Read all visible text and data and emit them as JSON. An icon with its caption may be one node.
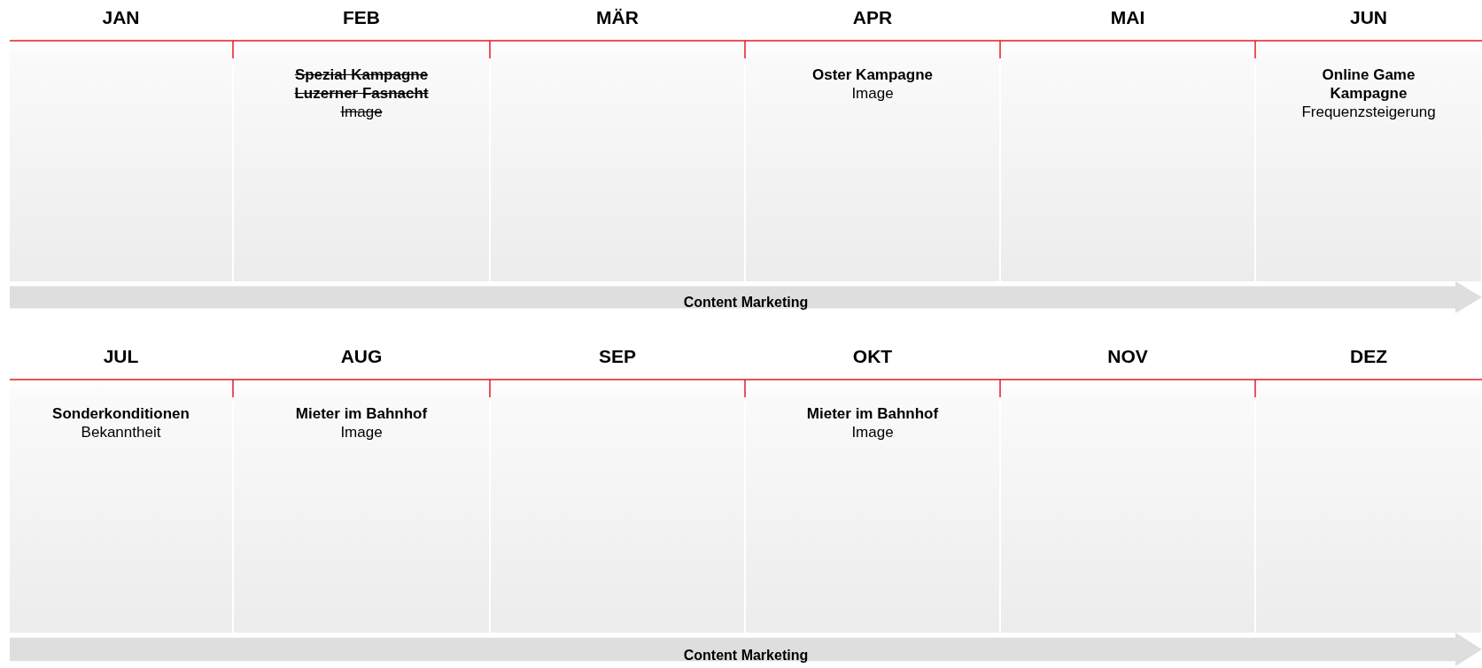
{
  "diagram": {
    "nodes": [
      {
        "text": [
          "JAN"
        ]
      },
      {
        "text": [
          "FEB",
          "Spezial Kampagne Luzerner Fasnacht",
          "Image"
        ]
      },
      {
        "text": [
          "MÄR"
        ]
      },
      {
        "text": [
          "APR",
          "Oster Kampagne",
          "Image"
        ]
      },
      {
        "text": [
          "MAI"
        ]
      },
      {
        "text": [
          "JUN",
          "Online Game Kampagne",
          "Frequenzsteigerung"
        ]
      },
      {
        "text": [
          "Content Marketing"
        ]
      },
      {
        "text": [
          "JUL",
          "Sonderkonditionen",
          "Bekanntheit"
        ]
      },
      {
        "text": [
          "AUG",
          "Mieter im Bahnhof",
          "Image"
        ]
      },
      {
        "text": [
          "SEP"
        ]
      },
      {
        "text": [
          "OKT",
          "Mieter im Bahnhof",
          "Image"
        ]
      },
      {
        "text": [
          "NOV"
        ]
      },
      {
        "text": [
          "DEZ"
        ]
      },
      {
        "text": [
          "Content Marketing"
        ]
      }
    ]
  }
}
